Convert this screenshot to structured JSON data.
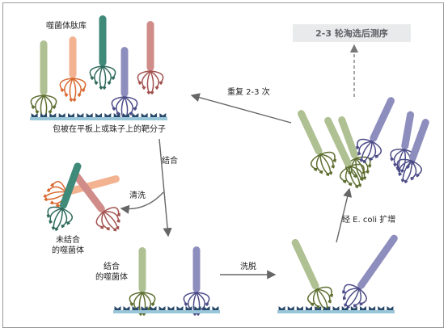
{
  "labels": {
    "phage_library": "噬菌体肽库",
    "coated_target": "包被在平板上或珠子上的靶分子",
    "binding": "结合",
    "wash": "清洗",
    "unbound": [
      "未结合",
      "的噬菌体"
    ],
    "bound": [
      "结合",
      "的噬菌体"
    ],
    "elution": "洗脱",
    "amplify": "经 E. coli 扩增",
    "repeat": "重复 2-3 次",
    "final_step": "2-3 轮淘选后测序"
  },
  "colors": {
    "green": "#afc193",
    "green_fan": "#5d6e30",
    "orange": "#f3b391",
    "orange_fan": "#d8692f",
    "teal": "#3f8a79",
    "teal_fan": "#2f6a5c",
    "purple": "#8e8ebe",
    "purple_fan": "#4c4c88",
    "rose": "#cf8c88",
    "rose_fan": "#a2534f",
    "plate": "#99c6d9",
    "target": "#28496a",
    "arrow": "#666666"
  }
}
